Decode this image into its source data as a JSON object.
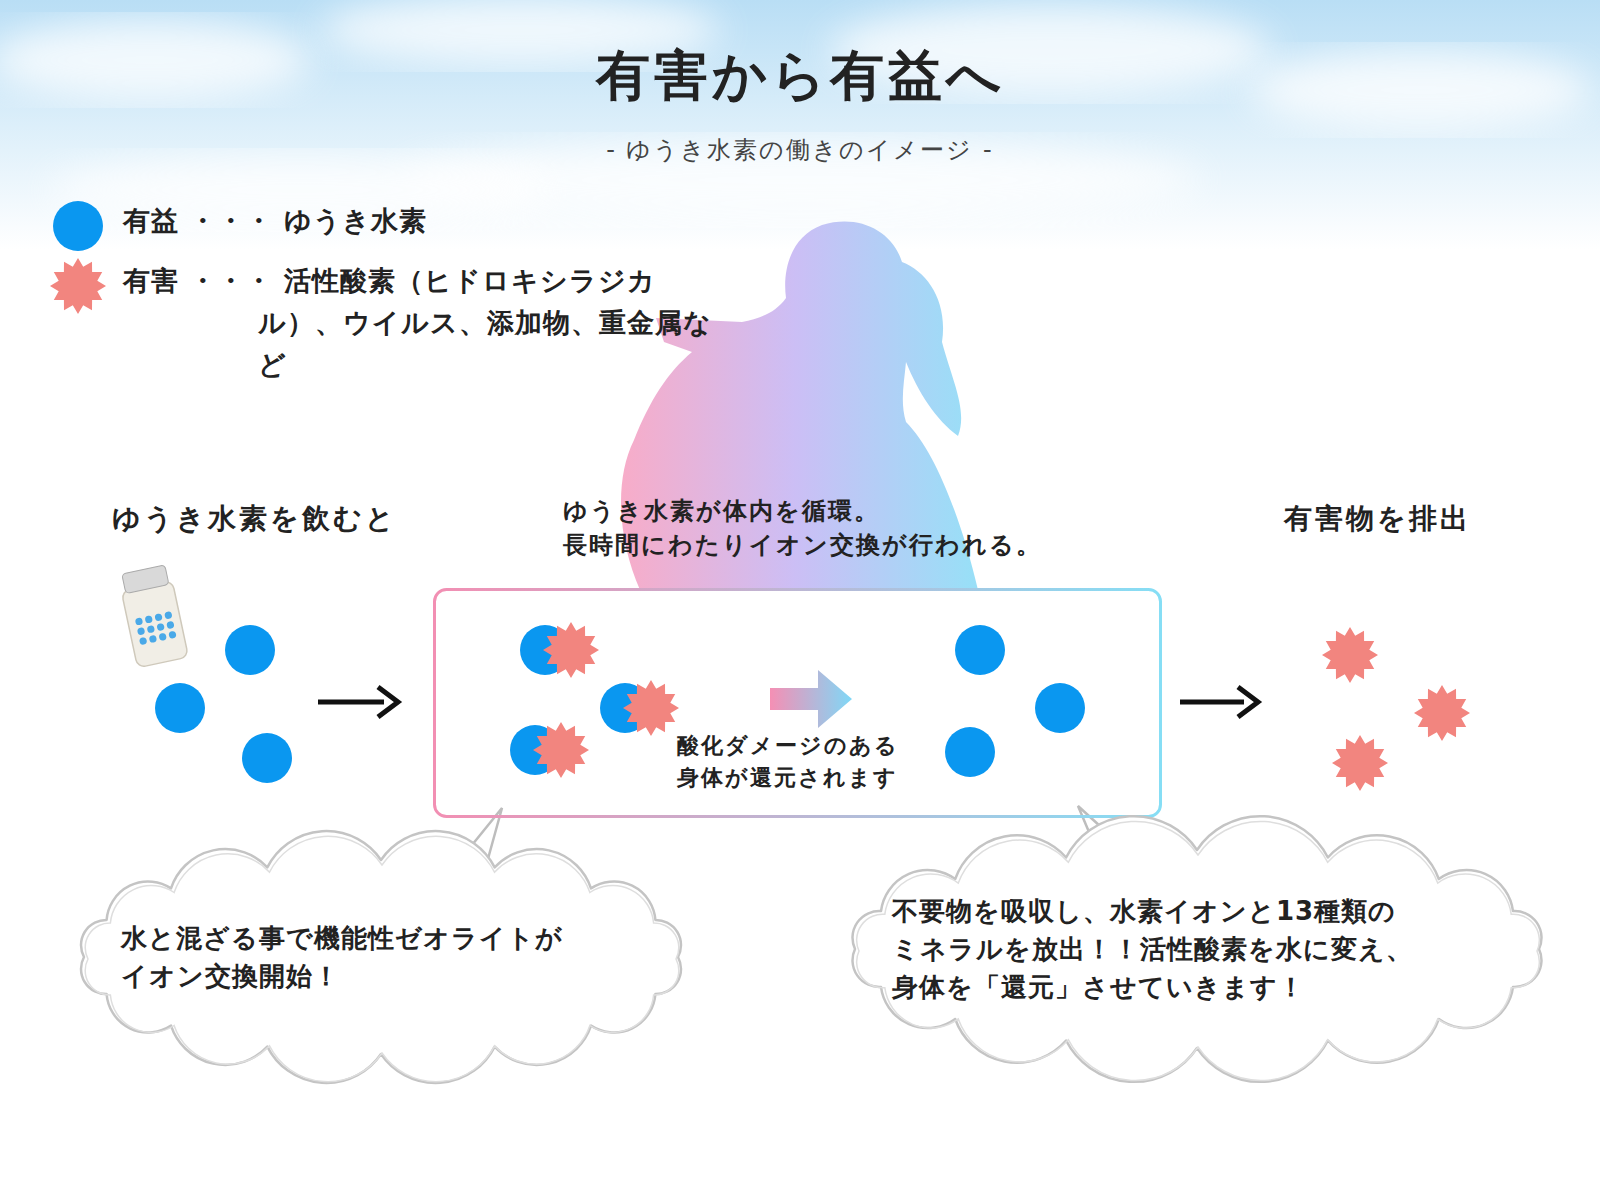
{
  "diagram": {
    "title": "有害から有益へ",
    "caption": "- ゆうき水素の働きのイメージ -",
    "nodes": [
      {
        "text": [
          "ゆうき水素が体内を循環。 長時間にわたりイオン交換が行われる。",
          "酸化ダメージのある 身体が還元されます"
        ]
      },
      {
        "text": [
          "水と混ざる事で機能性ゼオライトが イオン交換開始！"
        ]
      },
      {
        "text": [
          "不要物を吸収し、水素イオンと13種類の ミネラルを放出！！活性酸素を水に変え、 身体を「還元」させていきます！"
        ]
      }
    ],
    "labels": [
      "ゆうき水素を飲むと",
      "有害物を排出"
    ],
    "legend": [
      {
        "text": "有益 ・・・ ゆうき水素",
        "color": "#0a97f0"
      },
      {
        "text": "有害 ・・・ 活性酸素（ヒドロキシラジカル）、ウイルス、添加物、重金属など",
        "color": "#f2857f"
      }
    ]
  }
}
